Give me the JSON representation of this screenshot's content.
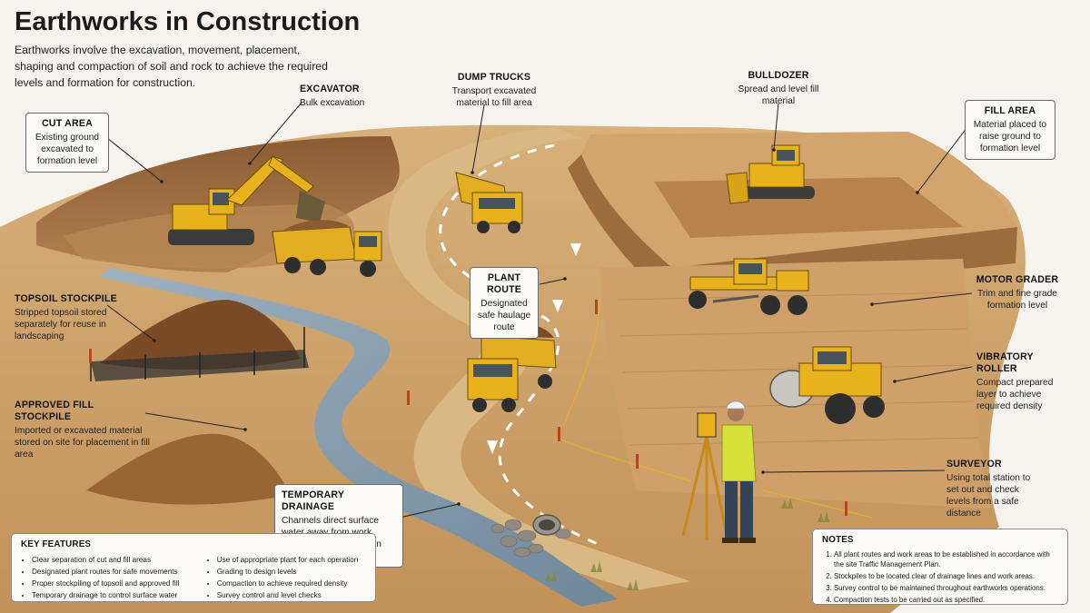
{
  "title": "Earthworks in Construction",
  "intro": "Earthworks involve the excavation, movement, placement, shaping and compaction of soil and rock to achieve the required levels and formation for construction.",
  "labels": {
    "cut_area": {
      "heading": "CUT AREA",
      "text": "Existing ground excavated to formation level"
    },
    "excavator": {
      "heading": "EXCAVATOR",
      "text": "Bulk excavation"
    },
    "dump_trucks": {
      "heading": "DUMP TRUCKS",
      "text": "Transport excavated material to fill area"
    },
    "bulldozer": {
      "heading": "BULLDOZER",
      "text": "Spread and level fill material"
    },
    "fill_area": {
      "heading": "FILL AREA",
      "text": "Material placed to raise ground to formation level"
    },
    "topsoil_stockpile": {
      "heading": "TOPSOIL STOCKPILE",
      "text": "Stripped topsoil stored separately for reuse in landscaping"
    },
    "plant_route": {
      "heading": "PLANT ROUTE",
      "text": "Designated safe haulage route"
    },
    "motor_grader": {
      "heading": "MOTOR GRADER",
      "text": "Trim and fine grade formation level"
    },
    "vibratory_roller": {
      "heading": "VIBRATORY ROLLER",
      "text": "Compact prepared layer to achieve required density"
    },
    "approved_fill_stockpile": {
      "heading": "APPROVED FILL STOCKPILE",
      "text": "Imported or excavated material stored on site for placement in fill area"
    },
    "temporary_drainage": {
      "heading": "TEMPORARY DRAINAGE",
      "text": "Channels direct surface water away from work areas to prevent erosion and ponding"
    },
    "surveyor": {
      "heading": "SURVEYOR",
      "text": "Using total station to set out and check levels from a safe distance"
    }
  },
  "key_features": {
    "heading": "KEY FEATURES",
    "col1": [
      "Clear separation of cut and fill areas",
      "Designated plant routes for safe movements",
      "Proper stockpiling of topsoil and approved fill",
      "Temporary drainage to control surface water"
    ],
    "col2": [
      "Use of appropriate plant for each operation",
      "Grading to design levels",
      "Compaction to achieve required density",
      "Survey control and level checks"
    ]
  },
  "notes": {
    "heading": "NOTES",
    "items": [
      "All plant routes and work areas to be established in accordance with the site Traffic Management Plan.",
      "Stockpiles to be located clear of drainage lines and work areas.",
      "Survey control to be maintained throughout earthworks operations.",
      "Compaction tests to be carried out as specified."
    ]
  },
  "colors": {
    "soil": "#c79a62",
    "soil_dark": "#8a5a30",
    "machine_yellow": "#e7b21c",
    "water": "#7f97a8",
    "hivis": "#d6e23a"
  }
}
